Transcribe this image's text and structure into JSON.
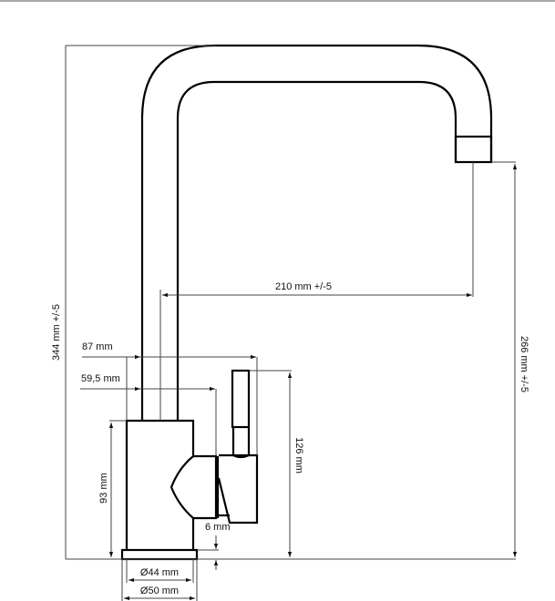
{
  "drawing": {
    "subject": "Kitchen faucet technical dimension drawing",
    "line_color": "#000000",
    "dimension_color": "#444444",
    "background": "#ffffff"
  },
  "dimensions": {
    "total_height": "344 mm +/-5",
    "spout_height": "266 mm +/-5",
    "spout_reach": "210 mm +/-5",
    "handle_offset": "87 mm",
    "cartridge_offset": "59,5 mm",
    "handle_height": "126 mm",
    "body_height": "93 mm",
    "base_gap": "6 mm",
    "body_diameter": "Ø44 mm",
    "base_diameter": "Ø50 mm"
  }
}
